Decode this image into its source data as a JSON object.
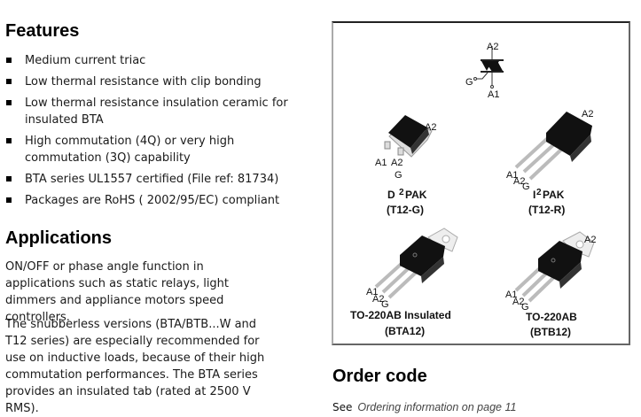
{
  "features": {
    "heading": "Features",
    "items": [
      "Medium current triac",
      "Low thermal resistance with clip bonding",
      "Low thermal resistance insulation ceramic for insulated BTA",
      "High commutation (4Q) or very high commutation (3Q) capability",
      "BTA series UL1557 certified (File ref: 81734)",
      "Packages are RoHS ( 2002/95/EC) compliant"
    ]
  },
  "applications": {
    "heading": "Applications",
    "paragraphs": [
      "ON/OFF or phase angle function in applications such as static relays, light dimmers and appliance motors speed controllers.",
      "The snubberless versions (BTA/BTB...W and T12 series) are especially recommended for use on inductive loads, because of their high commutation performances. The BTA series provides an insulated tab (rated at 2500 V RMS)."
    ]
  },
  "figure": {
    "symbol": {
      "a2": "A2",
      "a1": "A1",
      "g": "G"
    },
    "packages": [
      {
        "name_pre": "D",
        "name_sup": "2",
        "name_post": "PAK",
        "code": "(T12-G)",
        "pins": [
          "A1",
          "A2",
          "G"
        ],
        "tab": "A2"
      },
      {
        "name_pre": "I",
        "name_sup": "2",
        "name_post": "PAK",
        "code": "(T12-R)",
        "pins": [
          "A1",
          "A2",
          "G"
        ],
        "tab": "A2"
      },
      {
        "name_pre": "TO-220AB Insulated",
        "name_sup": "",
        "name_post": "",
        "code": "(BTA12)",
        "pins": [
          "A1",
          "A2",
          "G"
        ],
        "tab": ""
      },
      {
        "name_pre": "TO-220AB",
        "name_sup": "",
        "name_post": "",
        "code": "(BTB12)",
        "pins": [
          "A1",
          "A2",
          "G"
        ],
        "tab": "A2"
      }
    ]
  },
  "order_code": {
    "heading": "Order code",
    "see_label": "See",
    "link_text": "Ordering information on page 11"
  }
}
